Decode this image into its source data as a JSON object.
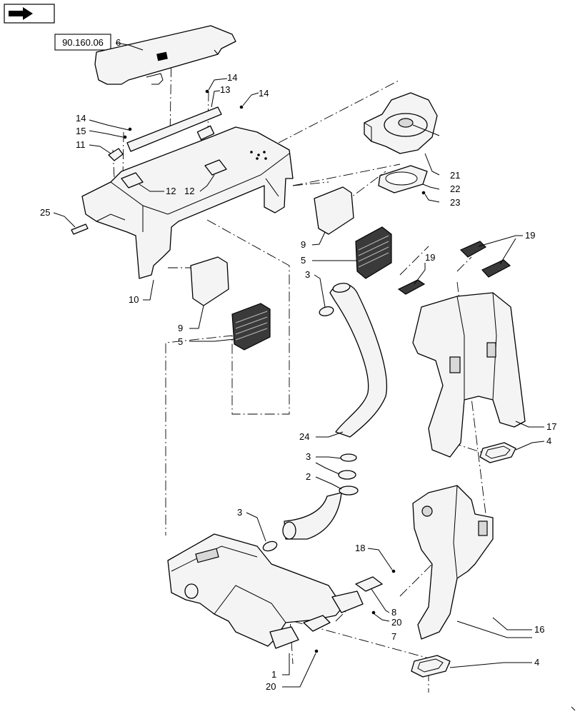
{
  "nav": {
    "icon": "next-page-arrow-icon"
  },
  "reference": {
    "label": "90.160.06"
  },
  "callouts": [
    {
      "id": "c6",
      "text": "6"
    },
    {
      "id": "c14a",
      "text": "14"
    },
    {
      "id": "c13",
      "text": "13"
    },
    {
      "id": "c14b",
      "text": "14"
    },
    {
      "id": "c14c",
      "text": "14"
    },
    {
      "id": "c15",
      "text": "15"
    },
    {
      "id": "c11",
      "text": "11"
    },
    {
      "id": "c12a",
      "text": "12"
    },
    {
      "id": "c12b",
      "text": "12"
    },
    {
      "id": "c25",
      "text": "25"
    },
    {
      "id": "c10",
      "text": "10"
    },
    {
      "id": "c21",
      "text": "21"
    },
    {
      "id": "c22",
      "text": "22"
    },
    {
      "id": "c23",
      "text": "23"
    },
    {
      "id": "c9a",
      "text": "9"
    },
    {
      "id": "c5a",
      "text": "5"
    },
    {
      "id": "c19a",
      "text": "19"
    },
    {
      "id": "c19b",
      "text": "19"
    },
    {
      "id": "c3a",
      "text": "3"
    },
    {
      "id": "c9b",
      "text": "9"
    },
    {
      "id": "c5b",
      "text": "5"
    },
    {
      "id": "c17",
      "text": "17"
    },
    {
      "id": "c24",
      "text": "24"
    },
    {
      "id": "c4a",
      "text": "4"
    },
    {
      "id": "c3b",
      "text": "3"
    },
    {
      "id": "c2",
      "text": "2"
    },
    {
      "id": "c3c",
      "text": "3"
    },
    {
      "id": "c18",
      "text": "18"
    },
    {
      "id": "c8",
      "text": "8"
    },
    {
      "id": "c20a",
      "text": "20"
    },
    {
      "id": "c7",
      "text": "7"
    },
    {
      "id": "c16",
      "text": "16"
    },
    {
      "id": "c1",
      "text": "1"
    },
    {
      "id": "c4b",
      "text": "4"
    },
    {
      "id": "c20b",
      "text": "20"
    }
  ]
}
